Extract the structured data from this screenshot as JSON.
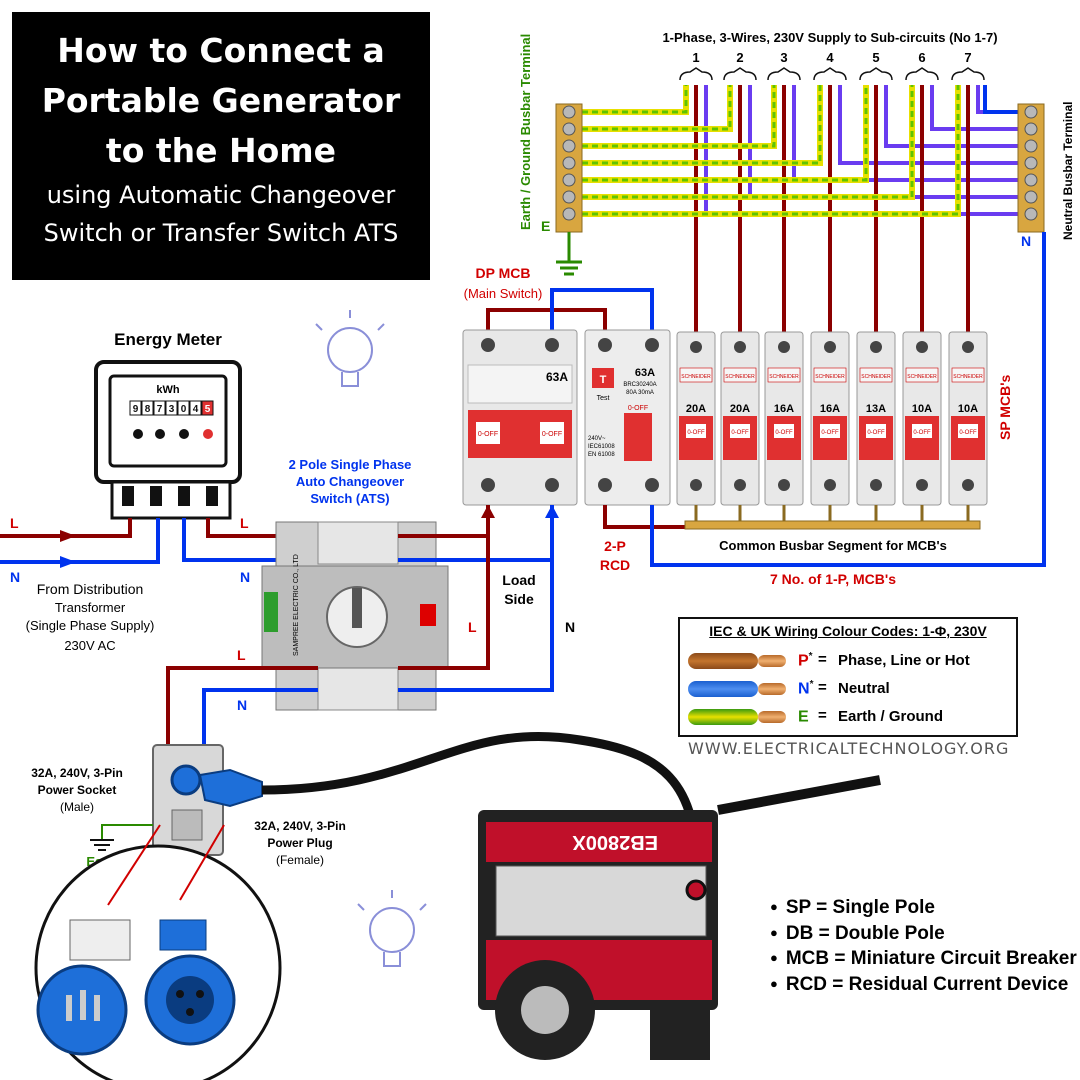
{
  "title": {
    "line1": "How to Connect a",
    "line2": "Portable Generator",
    "line3": "to the Home",
    "line4": "using Automatic Changeover",
    "line5": "Switch or Transfer Switch ATS"
  },
  "supply_header": "1-Phase, 3-Wires, 230V Supply to Sub-circuits (No 1-7)",
  "circuit_numbers": [
    "1",
    "2",
    "3",
    "4",
    "5",
    "6",
    "7"
  ],
  "earth_busbar_label": "Earth / Ground Busbar Terminal",
  "earth_letter": "E",
  "neutral_busbar_label": "Neutral Busbar Terminal",
  "neutral_letter": "N",
  "dp_mcb": {
    "label": "DP MCB",
    "sub": "(Main Switch)",
    "rating": "63A"
  },
  "rcd": {
    "rating": "63A",
    "label": "2-P",
    "sub": "RCD",
    "test": "Test",
    "spec1": "BRC30240A",
    "spec2": "80A 30mA",
    "spec3": "240V~",
    "spec4": "IEC61008",
    "spec5": "EN 61008",
    "off": "0-OFF"
  },
  "mcb_ratings": [
    "20A",
    "20A",
    "16A",
    "16A",
    "13A",
    "10A",
    "10A"
  ],
  "mcb_brand": "SCHNEIDER",
  "mcb_off": "0-OFF",
  "sp_mcbs_label": "SP MCB's",
  "busbar_segment_label": "Common Busbar Segment for MCB's",
  "mcb_count_label": "7 No. of 1-P, MCB's",
  "energy_meter": {
    "label": "Energy Meter",
    "unit": "kWh",
    "digits": [
      "9",
      "8",
      "7",
      "3",
      "0",
      "4",
      "5"
    ]
  },
  "ats_label": [
    "2 Pole Single Phase",
    "Auto Changeover",
    "Switch (ATS)"
  ],
  "ats_brand": "SAMPREE ELECTRIC CO., LTD",
  "load_side": [
    "Load",
    "Side"
  ],
  "wire_letters": {
    "L": "L",
    "N": "N"
  },
  "source_label": [
    "From Distribution",
    "Transformer",
    "(Single Phase Supply)",
    "230V  AC"
  ],
  "socket_label": [
    "32A, 240V, 3-Pin",
    "Power Socket",
    "(Male)"
  ],
  "plug_label": [
    "32A, 240V, 3-Pin",
    "Power Plug",
    "(Female)"
  ],
  "earth_label": "Earth",
  "generator_model": "EB2800X",
  "legend": {
    "title": "IEC & UK Wiring Colour Codes: 1-Φ, 230V",
    "rows": [
      {
        "code": "P",
        "star": "*",
        "text": "Phase, Line or  Hot",
        "color": "#d10000"
      },
      {
        "code": "N",
        "star": "*",
        "text": "Neutral",
        "color": "#0033ee"
      },
      {
        "code": "E",
        "star": "",
        "text": "Earth / Ground",
        "color": "#2a8a00"
      }
    ]
  },
  "website": "WWW.ELECTRICALTECHNOLOGY.ORG",
  "abbreviations": [
    "SP = Single Pole",
    "DB = Double Pole",
    "MCB = Miniature Circuit Breaker",
    "RCD = Residual Current Device"
  ],
  "colors": {
    "line": "#8b0000",
    "neutral": "#0033ee",
    "earth_green": "#5fc400",
    "earth_yellow": "#e8e000",
    "neutral_purple": "#6a3cf0",
    "busbar": "#d8a640"
  }
}
